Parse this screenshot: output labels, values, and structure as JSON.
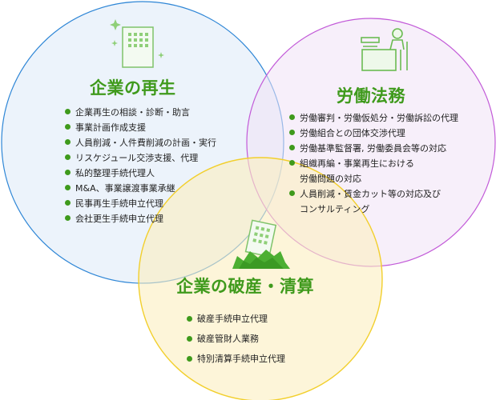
{
  "colors": {
    "accent_green": "#3f9a1c",
    "circle_blue": "#2e86d6",
    "circle_purple": "#c25ad8",
    "circle_yellow": "#f2cf2c"
  },
  "icons": {
    "left": "office-building-icon",
    "right": "person-at-desk-icon",
    "bottom": "collapsed-building-icon"
  },
  "sections": {
    "corporate_revival": {
      "title": "企業の再生",
      "items": [
        "企業再生の相談・診断・助言",
        "事業計画作成支援",
        "人員削減・人件費削減の計画・実行",
        "リスケジュール交渉支援、代理",
        "私的整理手続代理人",
        "M&A、事業譲渡事業承継",
        "民事再生手続申立代理",
        "会社更生手続申立代理"
      ]
    },
    "labor_affairs": {
      "title": "労働法務",
      "items": [
        {
          "line1": "労働審判・労働仮処分・労働訴訟の代理",
          "line2": ""
        },
        {
          "line1": "労働組合との団体交渉代理",
          "line2": ""
        },
        {
          "line1": "労働基準監督署, 労働委員会等の対応",
          "line2": ""
        },
        {
          "line1": "組織再編・事業再生における",
          "line2": "労働問題の対応"
        },
        {
          "line1": "人員削減・賃金カット等の対応及び",
          "line2": "コンサルティング"
        }
      ]
    },
    "bankruptcy_liquidation": {
      "title": "企業の破産・清算",
      "items": [
        "破産手続申立代理",
        "破産管財人業務",
        "特別清算手続申立代理"
      ]
    }
  }
}
